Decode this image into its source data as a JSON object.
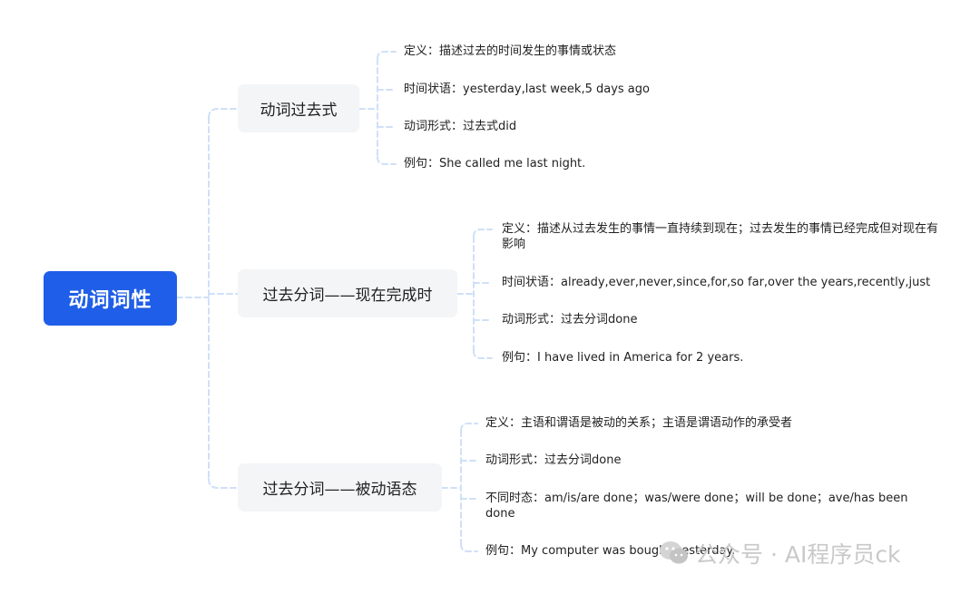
{
  "root": {
    "label": "动词词性"
  },
  "branches": [
    {
      "label": "动词过去式",
      "leaves": [
        "定义：描述过去的时间发生的事情或状态",
        "时间状语：yesterday,last week,5 days ago",
        "动词形式：过去式did",
        "例句：She called me last night."
      ]
    },
    {
      "label": "过去分词——现在完成时",
      "leaves": [
        "定义：描述从过去发生的事情一直持续到现在；过去发生的事情已经完成但对现在有影响",
        "时间状语：already,ever,never,since,for,so far,over the years,recently,just",
        "动词形式：过去分词done",
        "例句：I have lived in America for 2 years."
      ]
    },
    {
      "label": "过去分词——被动语态",
      "leaves": [
        "定义：主语和谓语是被动的关系；主语是谓语动作的承受者",
        "动词形式：过去分词done",
        "不同时态：am/is/are done；was/were done；will be done；ave/has been done",
        "例句：My computer was bought yesterday."
      ]
    }
  ],
  "watermark": {
    "text": "公众号 · AI程序员ck",
    "icon": "wechat-icon"
  },
  "colors": {
    "root": "#1f5ee8",
    "branch_bg": "#f4f5f7",
    "connector": "#cfe0f7",
    "watermark": "#c9c9c9"
  }
}
